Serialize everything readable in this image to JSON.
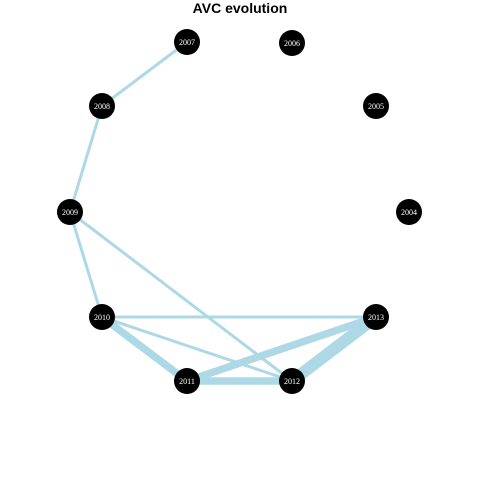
{
  "title": "AVC evolution",
  "colors": {
    "edge": "#add8e6",
    "node": "#000000",
    "label": "#ffffff"
  },
  "nodes": [
    {
      "id": "2004"
    },
    {
      "id": "2005"
    },
    {
      "id": "2006"
    },
    {
      "id": "2007"
    },
    {
      "id": "2008"
    },
    {
      "id": "2009"
    },
    {
      "id": "2010"
    },
    {
      "id": "2011"
    },
    {
      "id": "2012"
    },
    {
      "id": "2013"
    }
  ],
  "edges": [
    {
      "source": "2007",
      "target": "2008",
      "weight": 1
    },
    {
      "source": "2008",
      "target": "2009",
      "weight": 1
    },
    {
      "source": "2009",
      "target": "2010",
      "weight": 1
    },
    {
      "source": "2009",
      "target": "2012",
      "weight": 1
    },
    {
      "source": "2010",
      "target": "2011",
      "weight": 2
    },
    {
      "source": "2010",
      "target": "2012",
      "weight": 1
    },
    {
      "source": "2010",
      "target": "2013",
      "weight": 1
    },
    {
      "source": "2011",
      "target": "2012",
      "weight": 2
    },
    {
      "source": "2011",
      "target": "2013",
      "weight": 2
    },
    {
      "source": "2012",
      "target": "2013",
      "weight": 3
    }
  ]
}
